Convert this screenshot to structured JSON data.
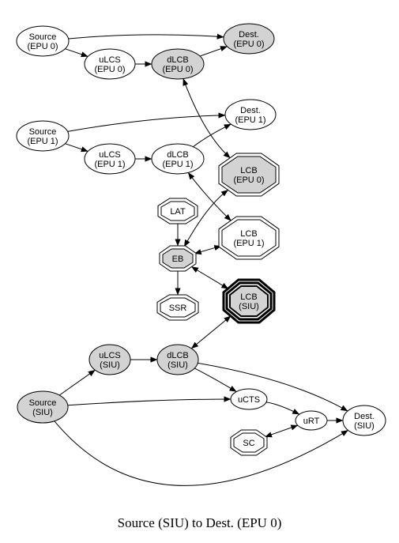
{
  "caption": "Source (SIU) to Dest. (EPU 0)",
  "colors": {
    "filled": "#d3d3d3",
    "outline": "#000000",
    "background": "#ffffff"
  },
  "nodes": {
    "source_epu0": {
      "lines": [
        "Source",
        "(EPU 0)"
      ],
      "shape": "ellipse",
      "filled": false
    },
    "ulcs_epu0": {
      "lines": [
        "uLCS",
        "(EPU 0)"
      ],
      "shape": "ellipse",
      "filled": false
    },
    "dlcb_epu0": {
      "lines": [
        "dLCB",
        "(EPU 0)"
      ],
      "shape": "ellipse",
      "filled": true
    },
    "dest_epu0": {
      "lines": [
        "Dest.",
        "(EPU 0)"
      ],
      "shape": "ellipse",
      "filled": true
    },
    "source_epu1": {
      "lines": [
        "Source",
        "(EPU 1)"
      ],
      "shape": "ellipse",
      "filled": false
    },
    "ulcs_epu1": {
      "lines": [
        "uLCS",
        "(EPU 1)"
      ],
      "shape": "ellipse",
      "filled": false
    },
    "dlcb_epu1": {
      "lines": [
        "dLCB",
        "(EPU 1)"
      ],
      "shape": "ellipse",
      "filled": false
    },
    "dest_epu1": {
      "lines": [
        "Dest.",
        "(EPU 1)"
      ],
      "shape": "ellipse",
      "filled": false
    },
    "lcb_epu0": {
      "lines": [
        "LCB",
        "(EPU 0)"
      ],
      "shape": "octagon-double",
      "filled": true
    },
    "lcb_epu1": {
      "lines": [
        "LCB",
        "(EPU 1)"
      ],
      "shape": "octagon-double",
      "filled": false
    },
    "lat": {
      "lines": [
        "LAT"
      ],
      "shape": "octagon-double",
      "filled": false
    },
    "eb": {
      "lines": [
        "EB"
      ],
      "shape": "octagon-double",
      "filled": true
    },
    "ssr": {
      "lines": [
        "SSR"
      ],
      "shape": "octagon-double",
      "filled": false
    },
    "lcb_siu": {
      "lines": [
        "LCB",
        "(SIU)"
      ],
      "shape": "octagon-bold",
      "filled": true
    },
    "ulcs_siu": {
      "lines": [
        "uLCS",
        "(SIU)"
      ],
      "shape": "ellipse",
      "filled": true
    },
    "dlcb_siu": {
      "lines": [
        "dLCB",
        "(SIU)"
      ],
      "shape": "ellipse",
      "filled": true
    },
    "source_siu": {
      "lines": [
        "Source",
        "(SIU)"
      ],
      "shape": "ellipse",
      "filled": true
    },
    "ucts": {
      "lines": [
        "uCTS"
      ],
      "shape": "ellipse",
      "filled": false
    },
    "urt": {
      "lines": [
        "uRT"
      ],
      "shape": "ellipse",
      "filled": false
    },
    "dest_siu": {
      "lines": [
        "Dest.",
        "(SIU)"
      ],
      "shape": "ellipse",
      "filled": false
    },
    "sc": {
      "lines": [
        "SC"
      ],
      "shape": "octagon-double",
      "filled": false
    }
  },
  "edges": [
    {
      "from": "source_epu0",
      "to": "dest_epu0",
      "dir": "forward"
    },
    {
      "from": "source_epu0",
      "to": "ulcs_epu0",
      "dir": "forward"
    },
    {
      "from": "ulcs_epu0",
      "to": "dlcb_epu0",
      "dir": "forward"
    },
    {
      "from": "dlcb_epu0",
      "to": "dest_epu0",
      "dir": "forward"
    },
    {
      "from": "dlcb_epu0",
      "to": "lcb_epu0",
      "dir": "both"
    },
    {
      "from": "source_epu1",
      "to": "dest_epu1",
      "dir": "forward"
    },
    {
      "from": "source_epu1",
      "to": "ulcs_epu1",
      "dir": "forward"
    },
    {
      "from": "ulcs_epu1",
      "to": "dlcb_epu1",
      "dir": "forward"
    },
    {
      "from": "dlcb_epu1",
      "to": "dest_epu1",
      "dir": "forward"
    },
    {
      "from": "dlcb_epu1",
      "to": "lcb_epu1",
      "dir": "both"
    },
    {
      "from": "lcb_epu0",
      "to": "eb",
      "dir": "both"
    },
    {
      "from": "lat",
      "to": "eb",
      "dir": "forward"
    },
    {
      "from": "eb",
      "to": "lcb_epu1",
      "dir": "both"
    },
    {
      "from": "eb",
      "to": "ssr",
      "dir": "forward"
    },
    {
      "from": "eb",
      "to": "lcb_siu",
      "dir": "both"
    },
    {
      "from": "source_siu",
      "to": "ulcs_siu",
      "dir": "forward"
    },
    {
      "from": "ulcs_siu",
      "to": "dlcb_siu",
      "dir": "forward"
    },
    {
      "from": "dlcb_siu",
      "to": "lcb_siu",
      "dir": "both"
    },
    {
      "from": "dlcb_siu",
      "to": "ucts",
      "dir": "forward"
    },
    {
      "from": "dlcb_siu",
      "to": "dest_siu",
      "dir": "forward"
    },
    {
      "from": "source_siu",
      "to": "ucts",
      "dir": "forward"
    },
    {
      "from": "source_siu",
      "to": "dest_siu",
      "dir": "forward"
    },
    {
      "from": "ucts",
      "to": "urt",
      "dir": "forward"
    },
    {
      "from": "urt",
      "to": "dest_siu",
      "dir": "forward"
    },
    {
      "from": "sc",
      "to": "urt",
      "dir": "both"
    }
  ]
}
